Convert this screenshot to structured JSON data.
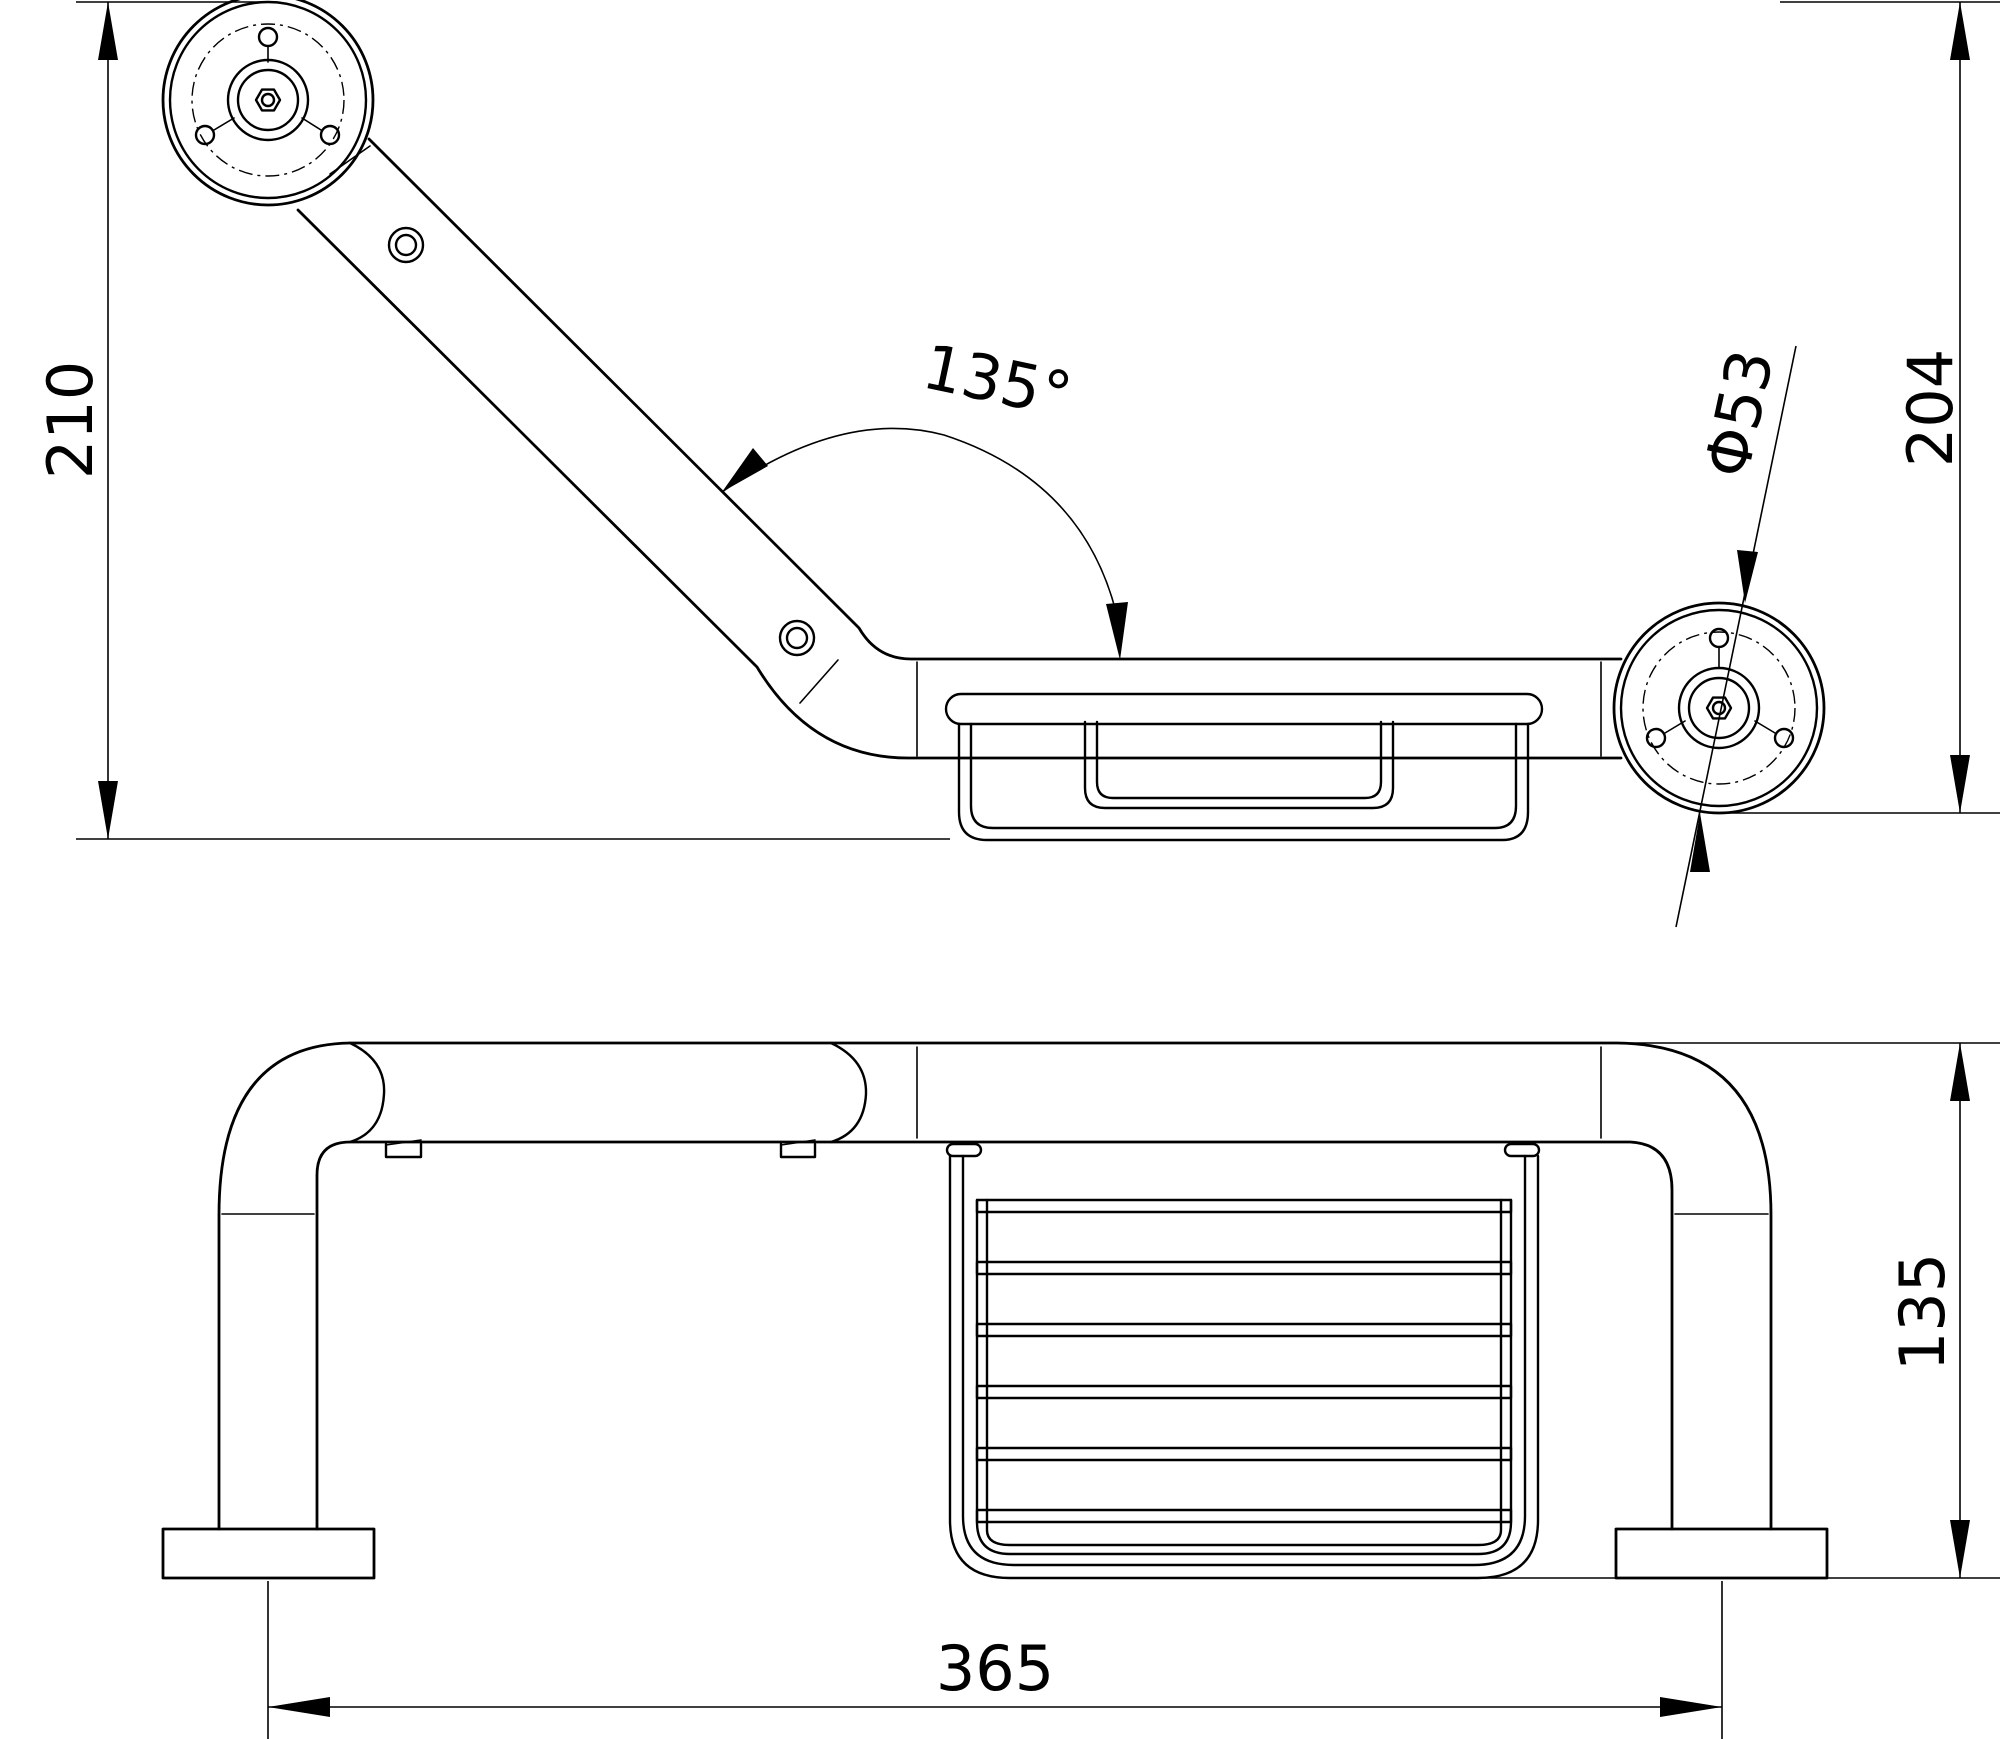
{
  "dimensions": {
    "total_height": "210",
    "rail_height": "204",
    "angle": "135°",
    "flange_diameter": "Φ53",
    "projection": "135",
    "length": "365"
  },
  "colors": {
    "line": "#000000",
    "background": "#ffffff"
  }
}
